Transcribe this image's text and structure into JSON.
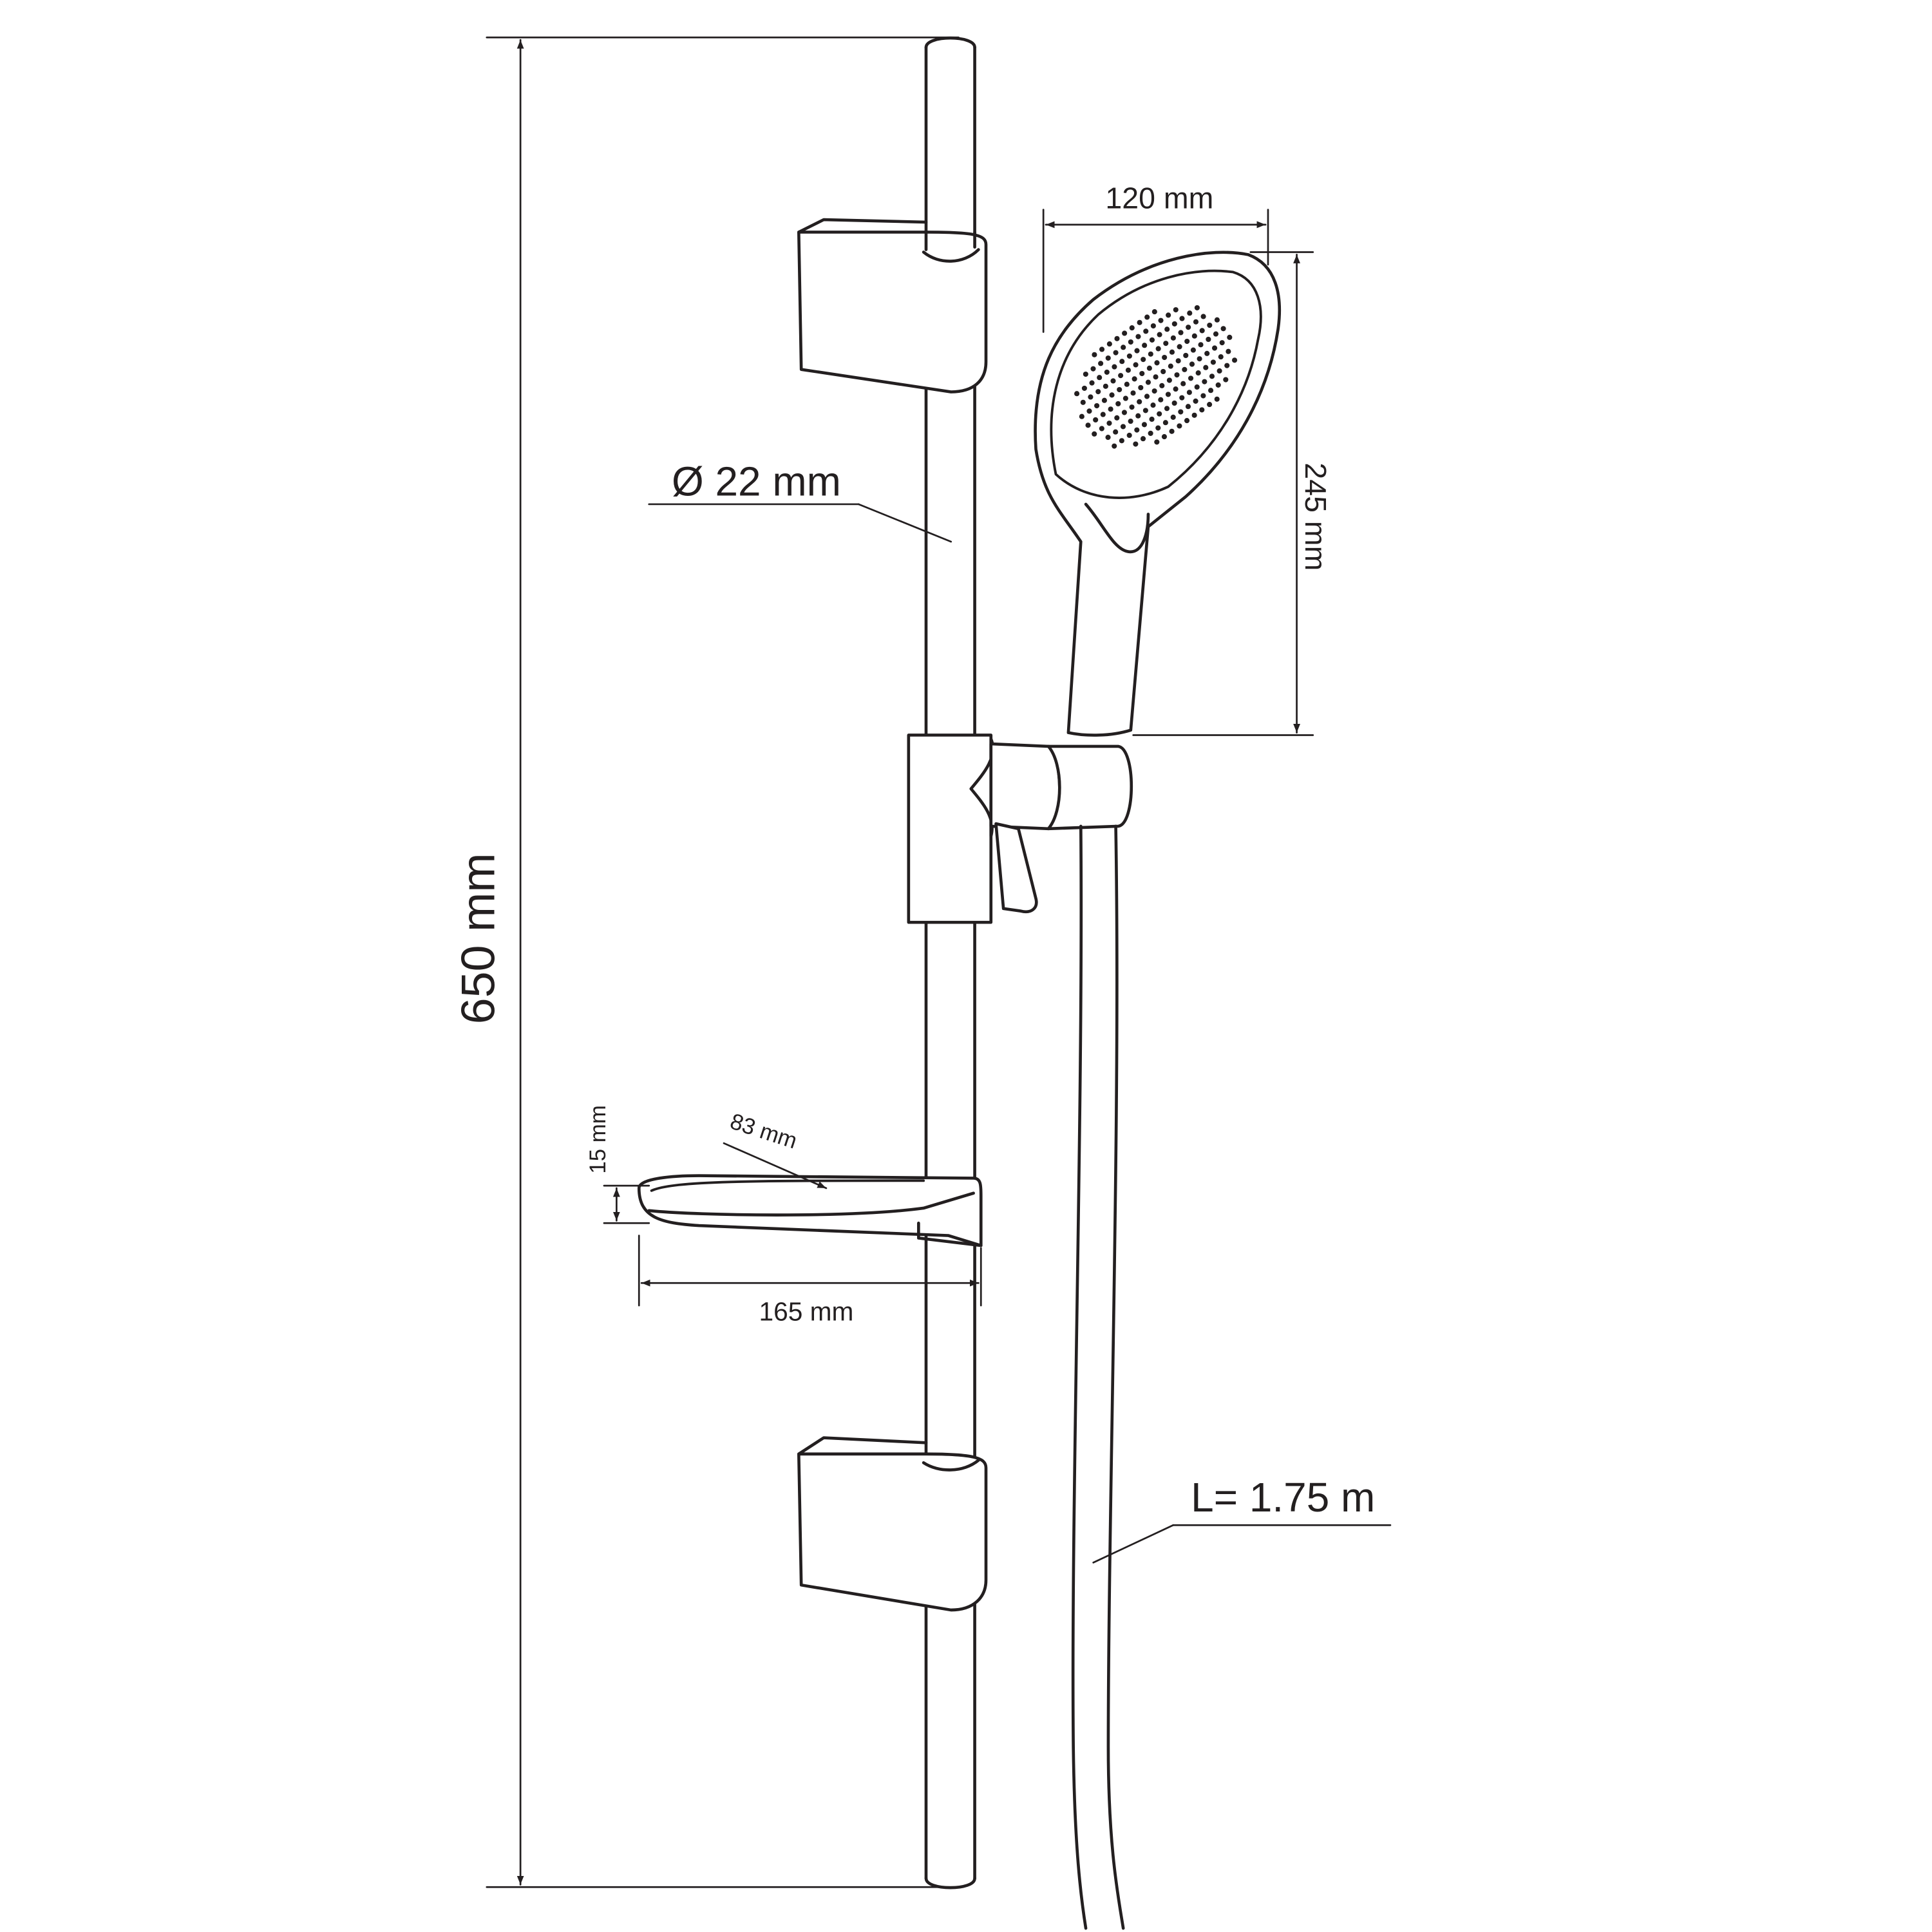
{
  "dimensions": {
    "total_height": "650 mm",
    "rail_diameter": "Ø 22 mm",
    "head_width": "120 mm",
    "head_height": "245 mm",
    "dish_depth": "83 mm",
    "dish_height": "15 mm",
    "dish_length": "165 mm",
    "hose_length": "L= 1.75 m"
  },
  "colors": {
    "line": "#231f20",
    "background": "#ffffff"
  }
}
